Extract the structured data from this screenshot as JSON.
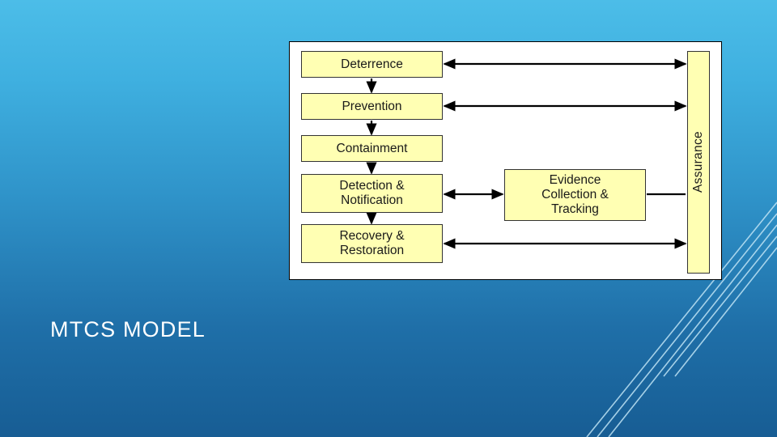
{
  "slide": {
    "title": "MTCS MODEL",
    "background_top_color": "#4cbde8",
    "background_bottom_color": "#175d94"
  },
  "diagram": {
    "node_fill_color": "#ffffb3",
    "node_border_color": "#333333",
    "panel_background": "#ffffff",
    "nodes": [
      {
        "id": "deterrence",
        "label": "Deterrence"
      },
      {
        "id": "prevention",
        "label": "Prevention"
      },
      {
        "id": "containment",
        "label": "Containment"
      },
      {
        "id": "detection",
        "label": "Detection &\nNotification"
      },
      {
        "id": "recovery",
        "label": "Recovery &\nRestoration"
      },
      {
        "id": "evidence",
        "label": "Evidence\nCollection &\nTracking"
      },
      {
        "id": "assurance",
        "label": "Assurance"
      }
    ],
    "connections": [
      {
        "from": "deterrence",
        "to": "prevention",
        "style": "down-arrow"
      },
      {
        "from": "prevention",
        "to": "containment",
        "style": "down-arrow"
      },
      {
        "from": "containment",
        "to": "detection",
        "style": "down-arrow"
      },
      {
        "from": "detection",
        "to": "recovery",
        "style": "down-arrow"
      },
      {
        "from": "deterrence",
        "to": "assurance",
        "style": "double-arrow-horizontal"
      },
      {
        "from": "prevention",
        "to": "assurance",
        "style": "double-arrow-horizontal"
      },
      {
        "from": "detection",
        "to": "evidence",
        "style": "double-arrow-horizontal"
      },
      {
        "from": "evidence",
        "to": "assurance",
        "style": "line-horizontal"
      },
      {
        "from": "recovery",
        "to": "assurance",
        "style": "double-arrow-horizontal"
      }
    ]
  }
}
